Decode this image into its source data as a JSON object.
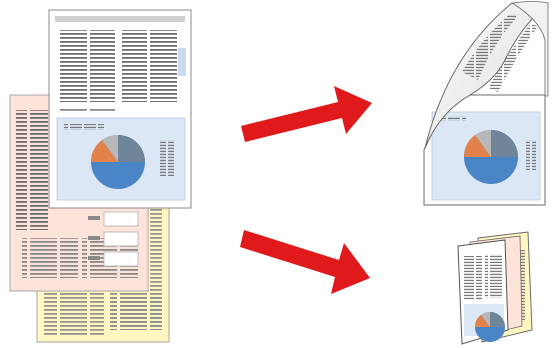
{
  "illustration": {
    "source_pages": [
      "page-front",
      "page-middle",
      "page-back"
    ],
    "outputs": [
      "duplex-sheet",
      "folded-booklet"
    ]
  },
  "colors": {
    "page_front": "#ffffff",
    "page_front_panel": "#dbe7f5",
    "page_middle": "#fde3da",
    "page_back": "#fff6c2",
    "pie_blue": "#4a86c5",
    "pie_slate": "#6f8599",
    "pie_orange": "#e2824a",
    "pie_gray": "#b8b8b8",
    "arrow_red": "#e01a1a",
    "text_lines": "#8a8a8a"
  }
}
